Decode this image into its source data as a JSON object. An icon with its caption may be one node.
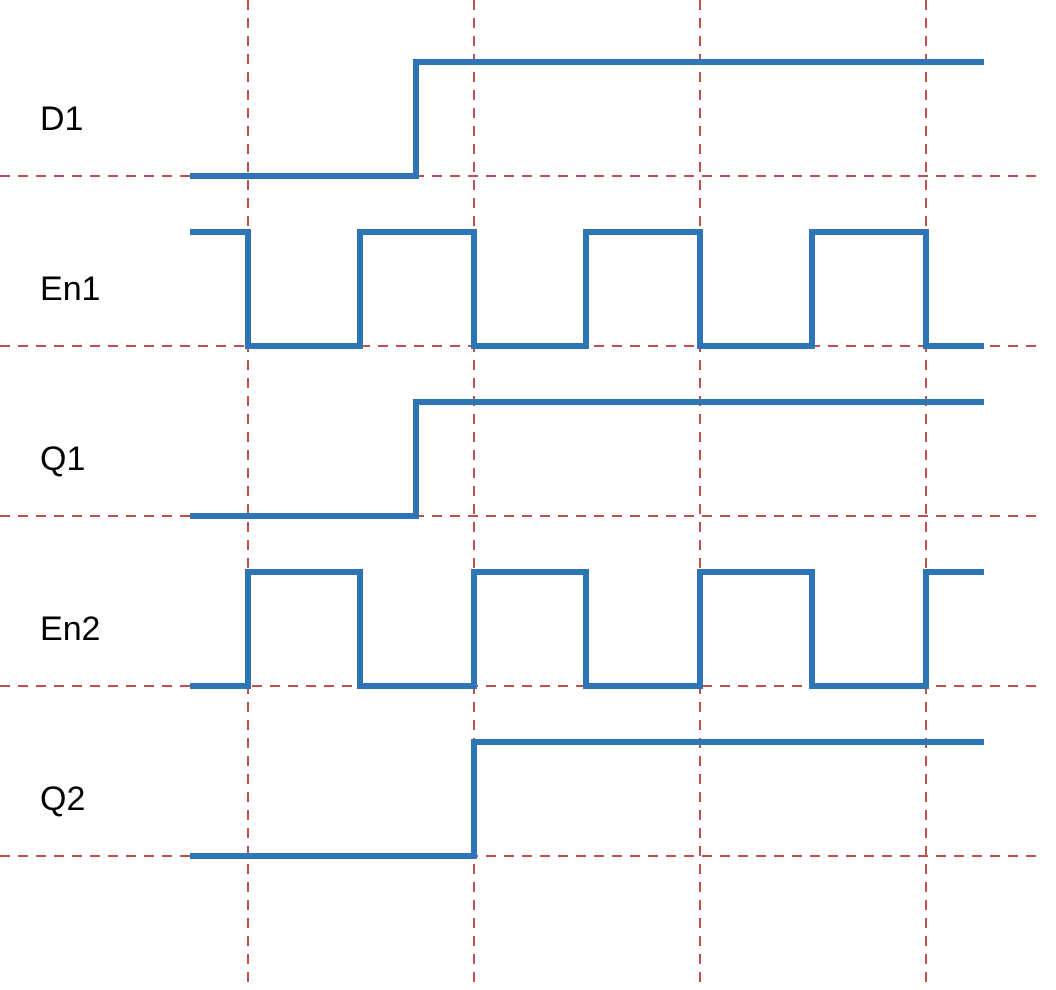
{
  "diagram": {
    "labels": [
      "D1",
      "En1",
      "Q1",
      "En2",
      "Q2"
    ]
  }
}
